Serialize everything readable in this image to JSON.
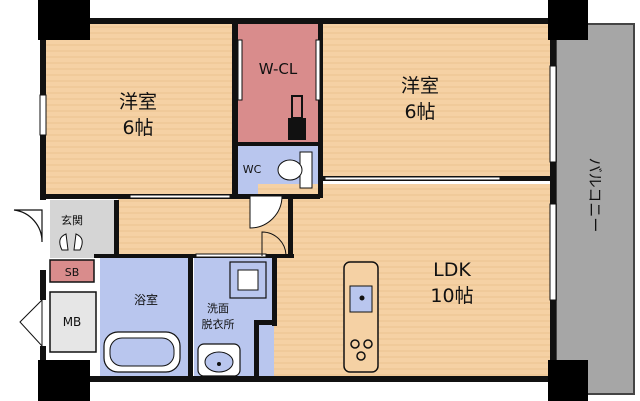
{
  "rooms": {
    "western_left": {
      "name": "洋室",
      "size": "6帖"
    },
    "western_right": {
      "name": "洋室",
      "size": "6帖"
    },
    "closet": {
      "name": "W-CL"
    },
    "toilet": {
      "name": "WC"
    },
    "entrance": {
      "name": "玄関"
    },
    "shoe_box": {
      "name": "SB"
    },
    "meter_box": {
      "name": "MB"
    },
    "bathroom": {
      "name": "浴室"
    },
    "washroom": {
      "line1": "洗面",
      "line2": "脱衣所"
    },
    "ldk": {
      "name": "LDK",
      "size": "10帖"
    },
    "balcony": {
      "name": "バルコニー"
    }
  },
  "colors": {
    "floor": "#F5D1A4",
    "closet": "#D98C8C",
    "water": "#B9C6EE",
    "entrance": "#D5D5D5",
    "balcony": "#A6A6A6",
    "wall": "#111111"
  }
}
